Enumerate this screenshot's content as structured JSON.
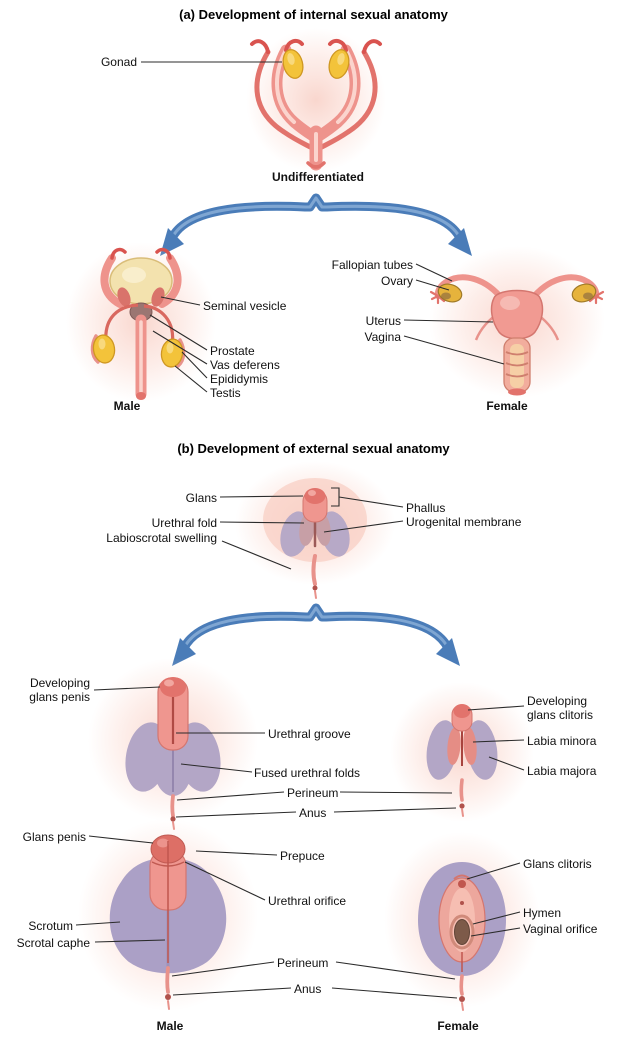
{
  "palette": {
    "background": "#ffffff",
    "arrow_blue": "#4a7cb8",
    "skin_pink": "#ef968f",
    "skin_outline": "#d4766f",
    "glans_red": "#dd6f66",
    "gonad_yellow": "#f3c33a",
    "swelling_lavender": "#b3a6c6",
    "bladder_cream": "#f3e2ae",
    "label_color": "#111111"
  },
  "section_a": {
    "title": "(a) Development of internal sexual anatomy",
    "undifferentiated": {
      "gonad_label": "Gonad",
      "caption": "Undifferentiated"
    },
    "male": {
      "caption": "Male",
      "labels": {
        "seminal_vesicle": "Seminal vesicle",
        "prostate": "Prostate",
        "vas_deferens": "Vas deferens",
        "epididymis": "Epididymis",
        "testis": "Testis"
      }
    },
    "female": {
      "caption": "Female",
      "labels": {
        "fallopian_tubes": "Fallopian tubes",
        "ovary": "Ovary",
        "uterus": "Uterus",
        "vagina": "Vagina"
      }
    }
  },
  "section_b": {
    "title": "(b) Development of external sexual anatomy",
    "undifferentiated": {
      "labels": {
        "glans": "Glans",
        "urethral_fold": "Urethral fold",
        "labioscrotal_swelling": "Labioscrotal swelling",
        "phallus": "Phallus",
        "urogenital_membrane": "Urogenital membrane"
      }
    },
    "developing": {
      "labels": {
        "developing_glans_penis": "Developing\nglans penis",
        "urethral_groove": "Urethral groove",
        "fused_urethral_folds": "Fused urethral folds",
        "perineum": "Perineum",
        "anus": "Anus",
        "developing_glans_clitoris": "Developing\nglans clitoris",
        "labia_minora": "Labia minora",
        "labia_majora": "Labia majora"
      }
    },
    "final": {
      "male_caption": "Male",
      "female_caption": "Female",
      "labels": {
        "glans_penis": "Glans penis",
        "prepuce": "Prepuce",
        "urethral_orifice": "Urethral orifice",
        "scrotum": "Scrotum",
        "scrotal_raphe": "Scrotal caphe",
        "perineum": "Perineum",
        "anus": "Anus",
        "glans_clitoris": "Glans clitoris",
        "hymen": "Hymen",
        "vaginal_orifice": "Vaginal orifice"
      }
    }
  }
}
